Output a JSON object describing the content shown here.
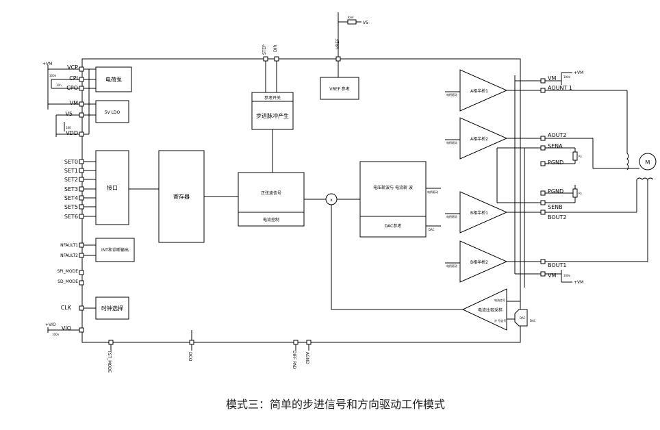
{
  "blocks": {
    "charge_pump": "电荷泵",
    "ldo": "5V LDO",
    "interface": "接口",
    "register": "寄存器",
    "int_diag": "INT和诊断输出",
    "clock_select": "时钟选择",
    "ref_switch": "参考开关",
    "step_pulse": "步进脉冲产生",
    "vref_ref": "VREF 参考",
    "sine_signal": "正弦波信号",
    "current_control": "电流控制",
    "chopper": "电压斩波与 电流斩 波",
    "dac_ref": "DAC参考",
    "a_bridge_1": "A相半桥1",
    "a_bridge_2": "A相半桥2",
    "b_bridge_1": "B相半桥1",
    "b_bridge_2": "B相半桥2",
    "current_compare": "电流比较采样",
    "dac_small": "DAC",
    "multiplier": "x",
    "motor": "M"
  },
  "left_pins": [
    "VCP",
    "CPI",
    "CPO",
    "VM",
    "V5",
    "VDD",
    "SET0",
    "SET1",
    "SET2",
    "SET3",
    "SET4",
    "SET5",
    "SET6",
    "NFAULT1",
    "NFAULT2",
    "SPI_MODE",
    "SD_MODE",
    "CLK",
    "VIO"
  ],
  "top_pins": [
    "STEP",
    "DIR",
    "VREF"
  ],
  "top_extra": {
    "v5": "V5",
    "rref": "Rref"
  },
  "bottom_pins": [
    "TST_MODE",
    "DCO",
    "DIFF PAD",
    "AGND"
  ],
  "right_pins": {
    "vm_top": "VM",
    "aout1": "AOUNT  1",
    "aout2": "AOUT2",
    "sena": "SENA",
    "pgnd_a": "PGND",
    "pgnd_b": "PGND",
    "senb": "SENB",
    "bout2": "BOUT2",
    "bout1": "BOUT1",
    "vm_bottom": "VM"
  },
  "supply": {
    "vm_top_left": "+VM",
    "vm_right_top": "+VM",
    "vm_right_bottom": "+VM",
    "vio": "+VIO"
  },
  "small_labels": {
    "drive": "电桥驱动",
    "dac": "DAC",
    "compare_ref": "电流信号",
    "step_signal": "步 号信号",
    "rs": "Rs",
    "cap_100n": "100n",
    "cap_10n": "10n",
    "res": "1K0",
    "dac_tag": "DAC"
  },
  "caption": "模式三：简单的步进信号和方向驱动工作模式"
}
